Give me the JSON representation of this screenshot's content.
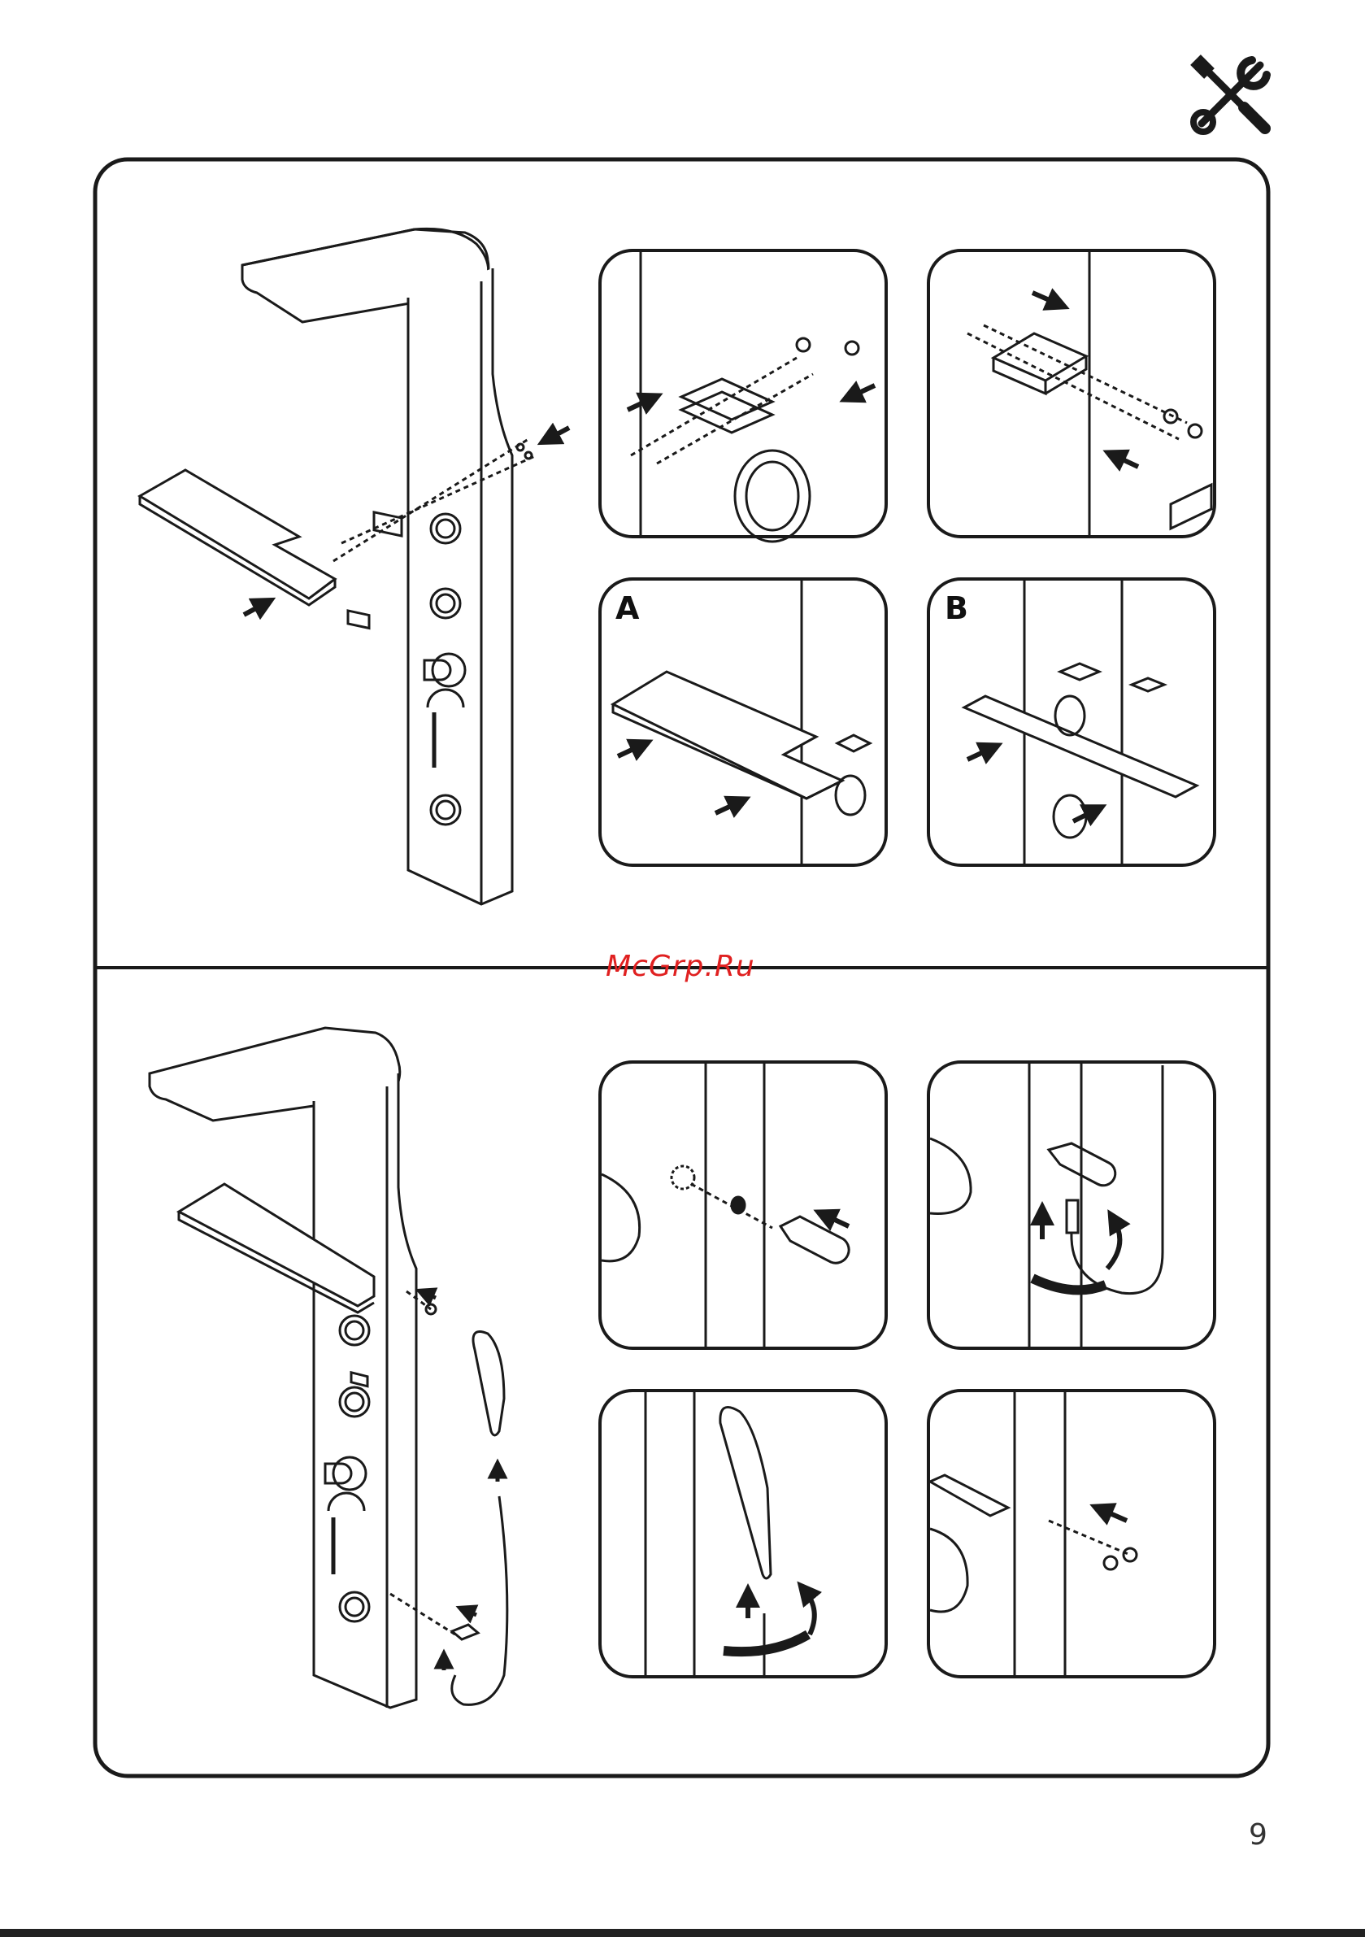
{
  "header": {
    "tools_icon": "tools-wrench-screwdriver-icon"
  },
  "step_upper": {
    "detail_labels": {
      "a": "A",
      "b": "B"
    }
  },
  "watermark": "McGrp.Ru",
  "page": {
    "number": "9"
  },
  "colors": {
    "line": "#1a1a1a",
    "watermark": "#e02020",
    "background": "#ffffff"
  }
}
